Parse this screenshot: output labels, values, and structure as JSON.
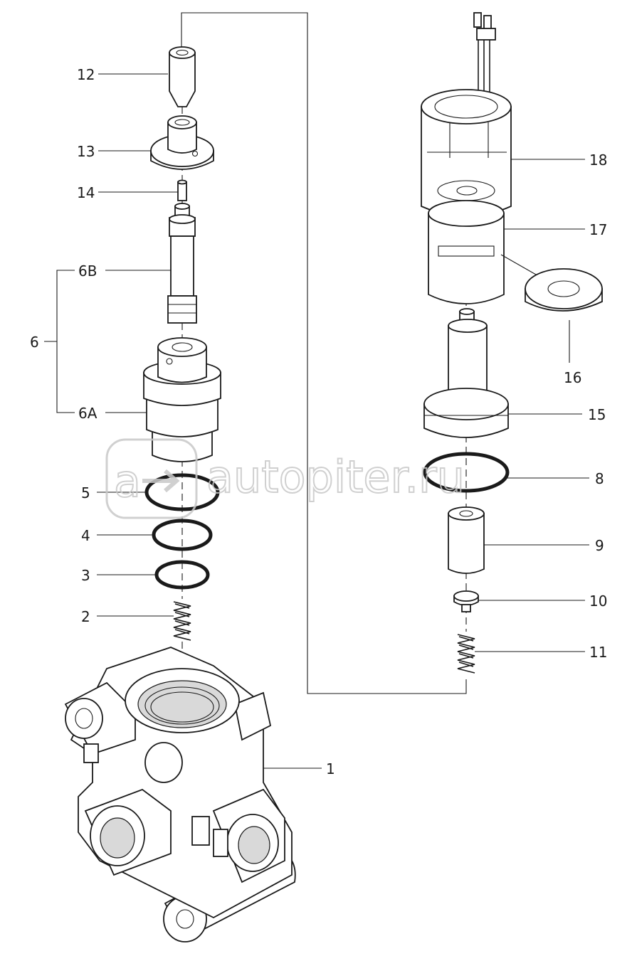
{
  "watermark": {
    "text": "autopiter.ru",
    "logo": "a-arrow-logo"
  },
  "callouts": {
    "c1": "1",
    "c2": "2",
    "c3": "3",
    "c4": "4",
    "c5": "5",
    "c6": "6",
    "c6a": "6A",
    "c6b": "6B",
    "c8": "8",
    "c9": "9",
    "c10": "10",
    "c11": "11",
    "c12": "12",
    "c13": "13",
    "c14": "14",
    "c15": "15",
    "c16": "16",
    "c17": "17",
    "c18": "18"
  }
}
